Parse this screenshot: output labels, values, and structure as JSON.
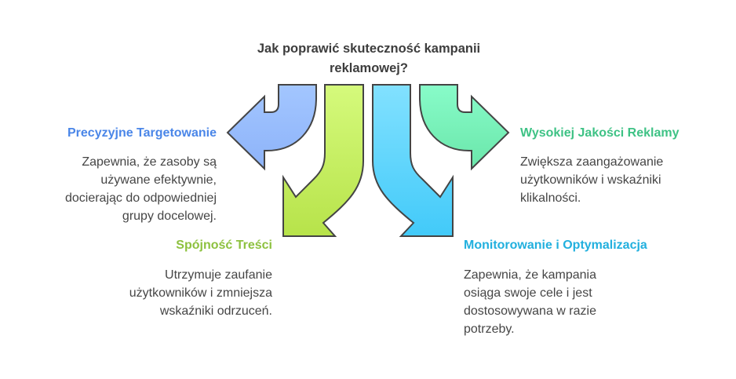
{
  "title": {
    "line1": "Jak poprawić skuteczność kampanii",
    "line2": "reklamowej?"
  },
  "colors": {
    "blue": "#4a86e8",
    "lime": "#8dc13f",
    "teal": "#3ec285",
    "cyan": "#22b0de",
    "outline": "#444444"
  },
  "items": [
    {
      "heading": "Precyzyjne Targetowanie",
      "lines": [
        "Zapewnia, że zasoby są",
        "używane efektywnie,",
        "docierając do odpowiedniej",
        "grupy docelowej."
      ]
    },
    {
      "heading": "Spójność Treści",
      "lines": [
        "Utrzymuje zaufanie",
        "użytkowników i zmniejsza",
        "wskaźniki odrzuceń."
      ]
    },
    {
      "heading": "Wysokiej Jakości Reklamy",
      "lines": [
        "Zwiększa zaangażowanie",
        "użytkowników i wskaźniki",
        "klikalności."
      ]
    },
    {
      "heading": "Monitorowanie i Optymalizacja",
      "lines": [
        "Zapewnia, że kampania",
        "osiąga swoje cele i jest",
        "dostosowywana w razie",
        "potrzeby."
      ]
    }
  ]
}
